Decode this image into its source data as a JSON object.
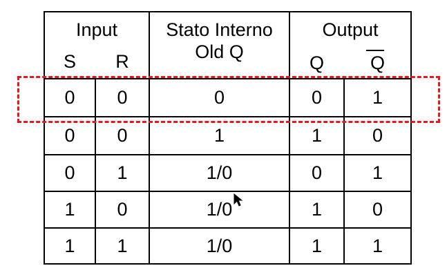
{
  "header": {
    "input_label": "Input",
    "s_label": "S",
    "r_label": "R",
    "state_label_line1": "Stato Interno",
    "state_label_line2": "Old Q",
    "output_label": "Output",
    "q_label": "Q",
    "qbar_label": "Q"
  },
  "rows": [
    {
      "s": "0",
      "r": "0",
      "old_q": "0",
      "q": "0",
      "qbar": "1"
    },
    {
      "s": "0",
      "r": "0",
      "old_q": "1",
      "q": "1",
      "qbar": "0"
    },
    {
      "s": "0",
      "r": "1",
      "old_q": "1/0",
      "q": "0",
      "qbar": "1"
    },
    {
      "s": "1",
      "r": "0",
      "old_q": "1/0",
      "q": "1",
      "qbar": "0"
    },
    {
      "s": "1",
      "r": "1",
      "old_q": "1/0",
      "q": "1",
      "qbar": "1"
    }
  ],
  "highlight": {
    "color": "#e8171c",
    "row_index": 0
  }
}
